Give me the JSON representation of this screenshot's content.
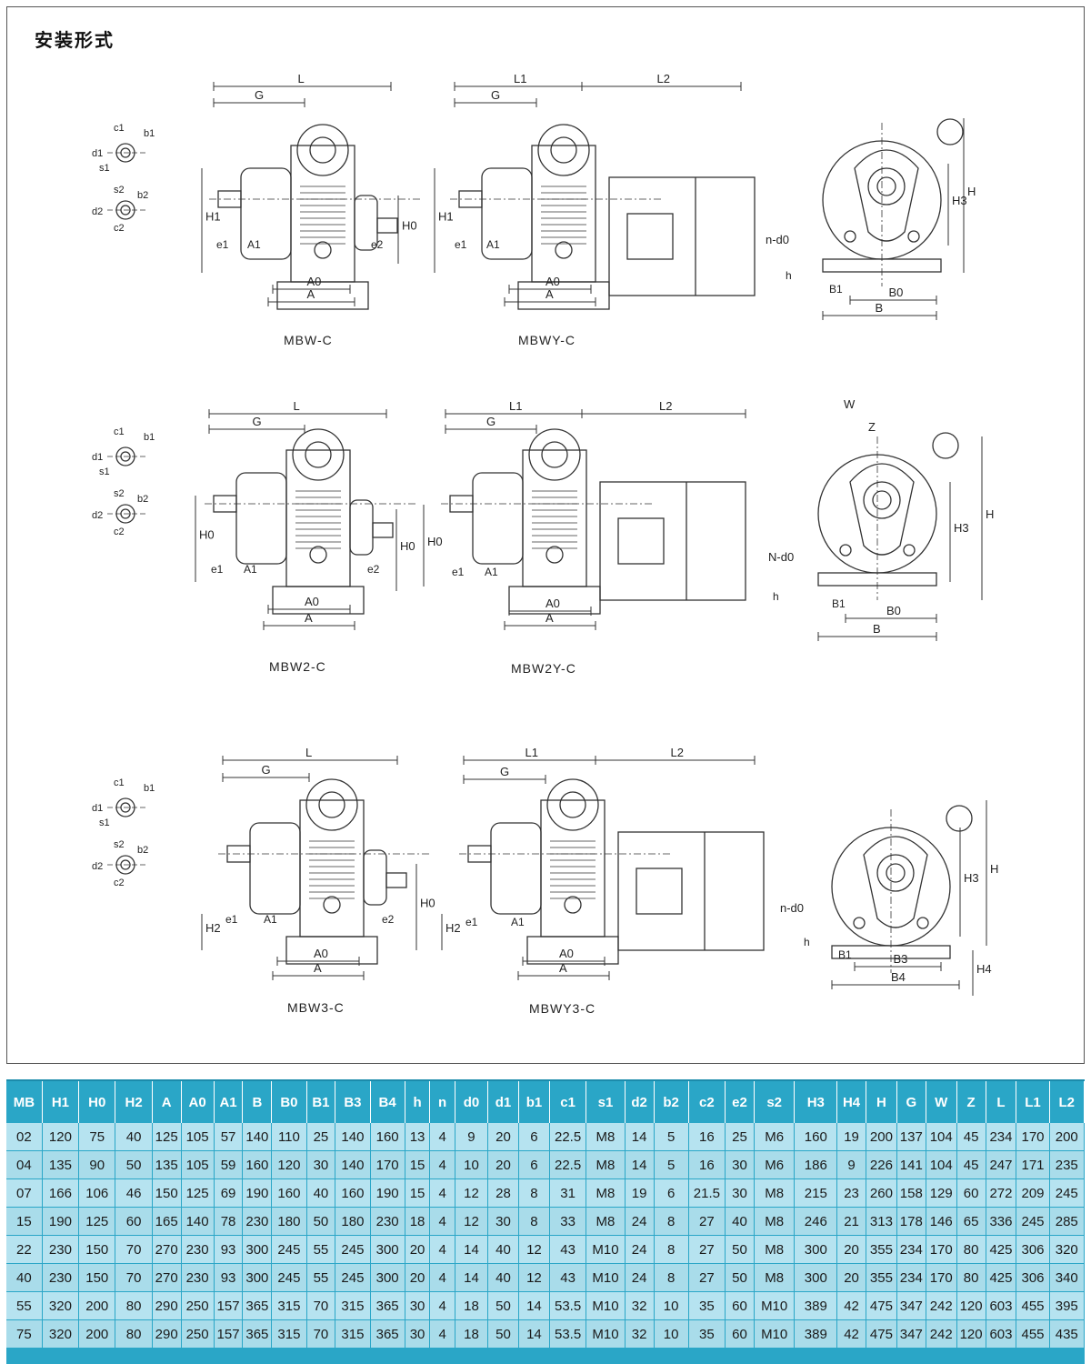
{
  "page": {
    "title": "安装形式"
  },
  "drawings": {
    "row1": {
      "left": "MBW-C",
      "middle": "MBWY-C"
    },
    "row2": {
      "left": "MBW2-C",
      "middle": "MBW2Y-C"
    },
    "row3": {
      "left": "MBW3-C",
      "middle": "MBWY3-C"
    }
  },
  "spec_table": {
    "headers": [
      "MB",
      "H1",
      "H0",
      "H2",
      "A",
      "A0",
      "A1",
      "B",
      "B0",
      "B1",
      "B3",
      "B4",
      "h",
      "n",
      "d0",
      "d1",
      "b1",
      "c1",
      "s1",
      "d2",
      "b2",
      "c2",
      "e2",
      "s2",
      "H3",
      "H4",
      "H",
      "G",
      "W",
      "Z",
      "L",
      "L1",
      "L2"
    ],
    "rows": [
      [
        "02",
        "120",
        "75",
        "40",
        "125",
        "105",
        "57",
        "140",
        "110",
        "25",
        "140",
        "160",
        "13",
        "4",
        "9",
        "20",
        "6",
        "22.5",
        "M8",
        "14",
        "5",
        "16",
        "25",
        "M6",
        "160",
        "19",
        "200",
        "137",
        "104",
        "45",
        "234",
        "170",
        "200"
      ],
      [
        "04",
        "135",
        "90",
        "50",
        "135",
        "105",
        "59",
        "160",
        "120",
        "30",
        "140",
        "170",
        "15",
        "4",
        "10",
        "20",
        "6",
        "22.5",
        "M8",
        "14",
        "5",
        "16",
        "30",
        "M6",
        "186",
        "9",
        "226",
        "141",
        "104",
        "45",
        "247",
        "171",
        "235"
      ],
      [
        "07",
        "166",
        "106",
        "46",
        "150",
        "125",
        "69",
        "190",
        "160",
        "40",
        "160",
        "190",
        "15",
        "4",
        "12",
        "28",
        "8",
        "31",
        "M8",
        "19",
        "6",
        "21.5",
        "30",
        "M8",
        "215",
        "23",
        "260",
        "158",
        "129",
        "60",
        "272",
        "209",
        "245"
      ],
      [
        "15",
        "190",
        "125",
        "60",
        "165",
        "140",
        "78",
        "230",
        "180",
        "50",
        "180",
        "230",
        "18",
        "4",
        "12",
        "30",
        "8",
        "33",
        "M8",
        "24",
        "8",
        "27",
        "40",
        "M8",
        "246",
        "21",
        "313",
        "178",
        "146",
        "65",
        "336",
        "245",
        "285"
      ],
      [
        "22",
        "230",
        "150",
        "70",
        "270",
        "230",
        "93",
        "300",
        "245",
        "55",
        "245",
        "300",
        "20",
        "4",
        "14",
        "40",
        "12",
        "43",
        "M10",
        "24",
        "8",
        "27",
        "50",
        "M8",
        "300",
        "20",
        "355",
        "234",
        "170",
        "80",
        "425",
        "306",
        "320"
      ],
      [
        "40",
        "230",
        "150",
        "70",
        "270",
        "230",
        "93",
        "300",
        "245",
        "55",
        "245",
        "300",
        "20",
        "4",
        "14",
        "40",
        "12",
        "43",
        "M10",
        "24",
        "8",
        "27",
        "50",
        "M8",
        "300",
        "20",
        "355",
        "234",
        "170",
        "80",
        "425",
        "306",
        "340"
      ],
      [
        "55",
        "320",
        "200",
        "80",
        "290",
        "250",
        "157",
        "365",
        "315",
        "70",
        "315",
        "365",
        "30",
        "4",
        "18",
        "50",
        "14",
        "53.5",
        "M10",
        "32",
        "10",
        "35",
        "60",
        "M10",
        "389",
        "42",
        "475",
        "347",
        "242",
        "120",
        "603",
        "455",
        "395"
      ],
      [
        "75",
        "320",
        "200",
        "80",
        "290",
        "250",
        "157",
        "365",
        "315",
        "70",
        "315",
        "365",
        "30",
        "4",
        "18",
        "50",
        "14",
        "53.5",
        "M10",
        "32",
        "10",
        "35",
        "60",
        "M10",
        "389",
        "42",
        "475",
        "347",
        "242",
        "120",
        "603",
        "455",
        "435"
      ]
    ]
  }
}
